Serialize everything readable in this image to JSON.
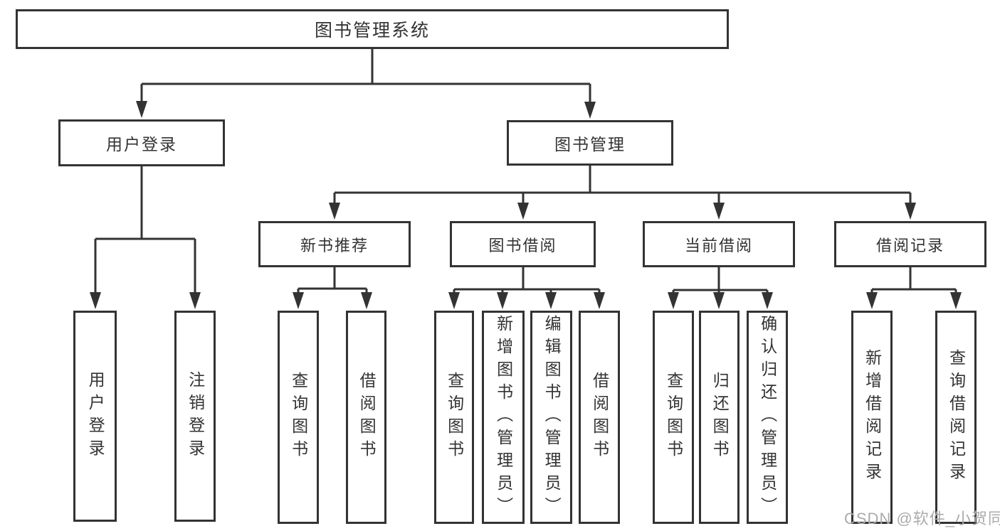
{
  "tree": {
    "root": {
      "label": "图书管理系统",
      "children": [
        {
          "label": "用户登录",
          "children": [
            {
              "label": "用户登录"
            },
            {
              "label": "注销登录"
            }
          ]
        },
        {
          "label": "图书管理",
          "children": [
            {
              "label": "新书推荐",
              "children": [
                {
                  "label": "查询图书"
                },
                {
                  "label": "借阅图书"
                }
              ]
            },
            {
              "label": "图书借阅",
              "children": [
                {
                  "label": "查询图书"
                },
                {
                  "label": "新增图书（管理员）"
                },
                {
                  "label": "编辑图书（管理员）"
                },
                {
                  "label": "借阅图书"
                }
              ]
            },
            {
              "label": "当前借阅",
              "children": [
                {
                  "label": "查询图书"
                },
                {
                  "label": "归还图书"
                },
                {
                  "label": "确认归还（管理员）"
                }
              ]
            },
            {
              "label": "借阅记录",
              "children": [
                {
                  "label": "新增借阅记录"
                },
                {
                  "label": "查询借阅记录"
                }
              ]
            }
          ]
        }
      ]
    }
  },
  "watermark": {
    "text": "CSDN @软件_小贺同学"
  },
  "colors": {
    "line": "#333333",
    "box_border": "#333333",
    "text": "#333333",
    "watermark": "#ababab",
    "background": "#ffffff"
  }
}
